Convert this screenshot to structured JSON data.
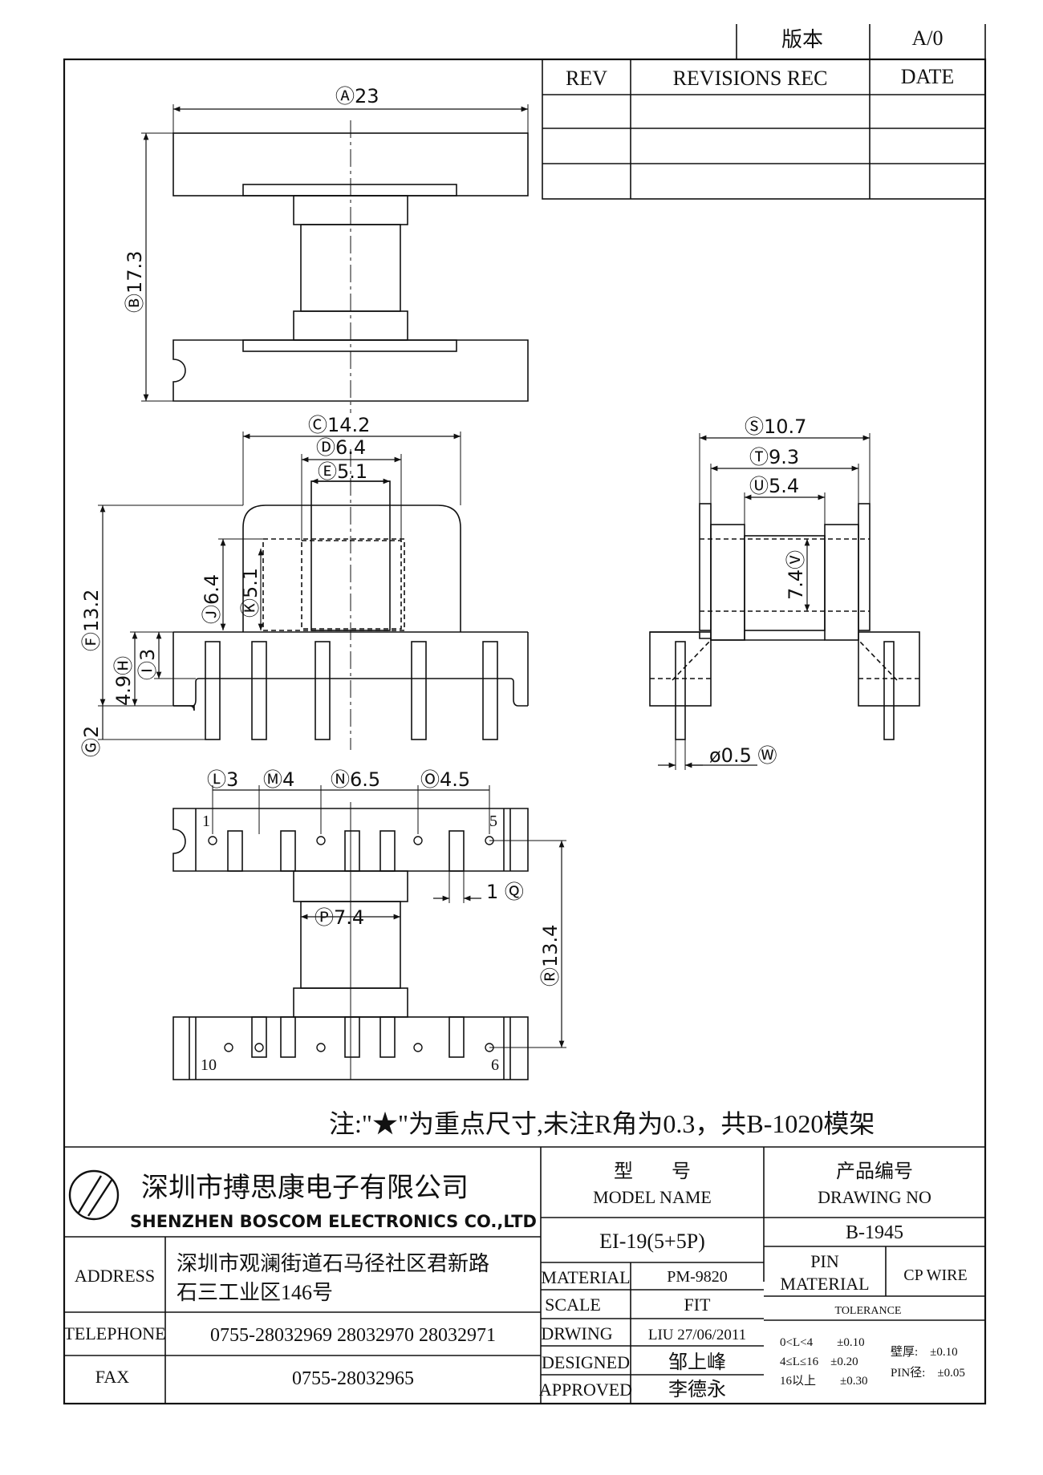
{
  "version_box": {
    "label": "版本",
    "value": "A/0"
  },
  "revisions": {
    "headers": [
      "REV",
      "REVISIONS REC",
      "DATE"
    ],
    "rows": [
      [
        "",
        "",
        ""
      ],
      [
        "",
        "",
        ""
      ],
      [
        "",
        "",
        ""
      ]
    ]
  },
  "dimensions": {
    "A": "23",
    "B": "17.3",
    "C": "14.2",
    "D": "6.4",
    "E": "5.1",
    "F": "13.2",
    "G": "2",
    "H": "4.9",
    "I": "3",
    "J": "6.4",
    "K": "5.1",
    "L": "3",
    "M": "4",
    "N": "6.5",
    "O": "4.5",
    "P": "7.4",
    "Q": "1",
    "R": "13.4",
    "S": "10.7",
    "T": "9.3",
    "U": "5.4",
    "V": "7.4",
    "W": "ø0.5"
  },
  "pin_labels": {
    "p1": "1",
    "p5": "5",
    "p6": "6",
    "p10": "10"
  },
  "note": "注:\"★\"为重点尺寸,未注R角为0.3，共B-1020模架",
  "company": {
    "name_cn": "深圳市搏思康电子有限公司",
    "name_en": "SHENZHEN BOSCOM ELECTRONICS CO.,LTD",
    "address_label": "ADDRESS",
    "address_line1": "深圳市观澜街道石马径社区君新路",
    "address_line2": "石三工业区146号",
    "telephone_label": "TELEPHONE",
    "telephone": "0755-28032969 28032970 28032971",
    "fax_label": "FAX",
    "fax": "0755-28032965"
  },
  "title_block": {
    "model_cn": "型　　号",
    "model_en": "MODEL NAME",
    "model_value": "EI-19(5+5P)",
    "drawing_cn": "产品编号",
    "drawing_en": "DRAWING NO",
    "drawing_value": "B-1945",
    "material_label": "MATERIAL",
    "material_value": "PM-9820",
    "scale_label": "SCALE",
    "scale_value": "FIT",
    "drwing_label": "DRWING",
    "drwing_value": "LIU 27/06/2011",
    "designed_label": "DESIGNED",
    "designed_value": "邹上峰",
    "approved_label": "APPROVED",
    "approved_value": "李德永",
    "pin_material_label1": "PIN",
    "pin_material_label2": "MATERIAL",
    "pin_material_value": "CP WIRE",
    "tolerance_label": "TOLERANCE",
    "tol1": "0<L<4　　±0.10",
    "tol2": "4≤L≤16　±0.20",
    "tol3": "16以上　　±0.30",
    "tol_wall": "壁厚:　±0.10",
    "tol_pin": "PIN径:　±0.05"
  }
}
